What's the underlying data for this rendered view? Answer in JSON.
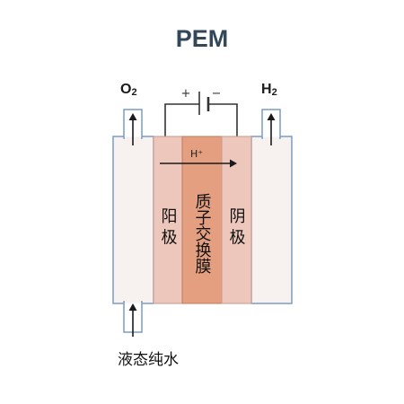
{
  "title": "PEM",
  "labels": {
    "oxygen": "O2",
    "oxygen_main": "O",
    "oxygen_sub": "2",
    "hydrogen": "H2",
    "hydrogen_main": "H",
    "hydrogen_sub": "2",
    "plus": "+",
    "minus": "−",
    "proton": "H⁺",
    "anode": "阳 极",
    "membrane": "质子交换膜",
    "cathode": "阴 极",
    "inlet": "液态纯水"
  },
  "colors": {
    "title": "#33475b",
    "outline": "#7a9cc6",
    "chamber_fill": "#f7f2ef",
    "electrode_fill": "#edc7bc",
    "membrane_fill": "#e39f80",
    "wire": "#333333",
    "arrow": "#1a1a1a"
  }
}
